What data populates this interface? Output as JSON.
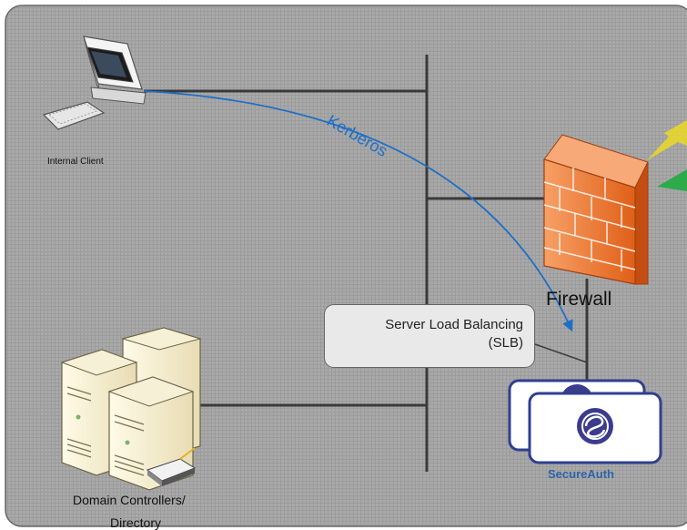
{
  "labels": {
    "internal_client": "Internal Client",
    "kerberos": "Kerberos",
    "firewall": "Firewall",
    "slb_line1": "Server Load Balancing",
    "slb_line2": "(SLB)",
    "secureauth": "SecureAuth",
    "dc_line1": "Domain Controllers/",
    "dc_line2": "Directory"
  },
  "colors": {
    "background": "#a5a5a5",
    "network_line": "#3a3a3a",
    "kerberos_arrow": "#1f6fc6",
    "firewall": "#f0782a",
    "secureauth_border": "#2f3f8f",
    "secureauth_text": "#2f63a9",
    "arrow_yellow": "#e8d62e",
    "arrow_green": "#2eaa4a"
  },
  "icons": [
    "computer-icon",
    "firewall-icon",
    "server-icon",
    "secureauth-logo-icon"
  ]
}
